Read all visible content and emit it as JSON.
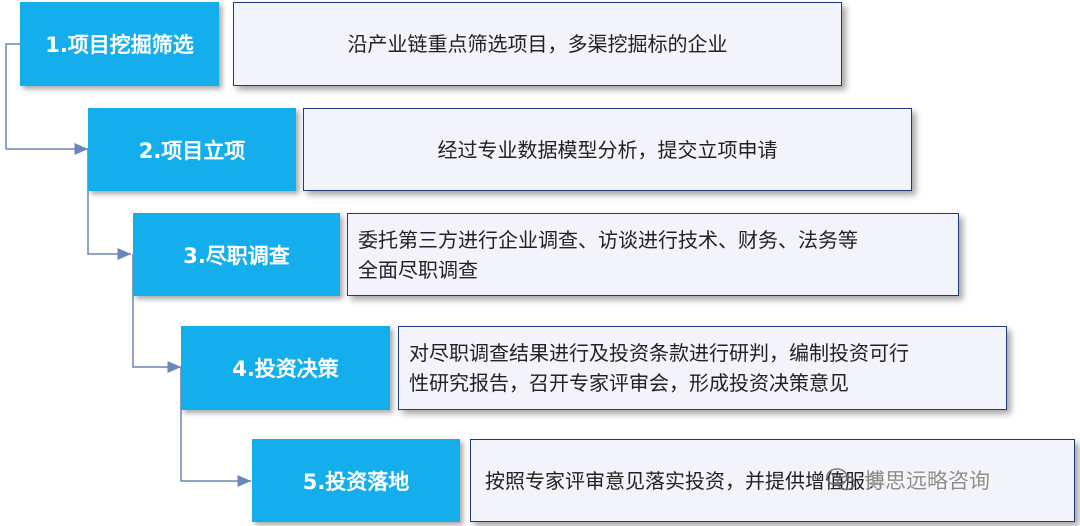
{
  "steps": [
    {
      "label": "1.项目挖掘筛选",
      "lines": [
        "沿产业链重点筛选项目，多渠挖掘标的企业"
      ]
    },
    {
      "label": "2.项目立项",
      "lines": [
        "经过专业数据模型分析，提交立项申请"
      ]
    },
    {
      "label": "3.尽职调查",
      "lines": [
        "委托第三方进行企业调查、访谈进行技术、财务、法务等",
        "全面尽职调查"
      ]
    },
    {
      "label": "4.投资决策",
      "lines": [
        "对尽职调查结果进行及投资条款进行研判，编制投资可行",
        "性研究报告，召开专家评审会，形成投资决策意见"
      ]
    },
    {
      "label": "5.投资落地",
      "lines": [
        "按照专家评审意见落实投资，并提供增值服务"
      ]
    }
  ],
  "watermark": {
    "text": "博思远略咨询",
    "icon": "wechat-icon"
  },
  "colors": {
    "step_fill": "#14aeec",
    "desc_fill": "#f3f4fb",
    "desc_border": "#1e3a7a",
    "connector": "#6b86b8"
  }
}
